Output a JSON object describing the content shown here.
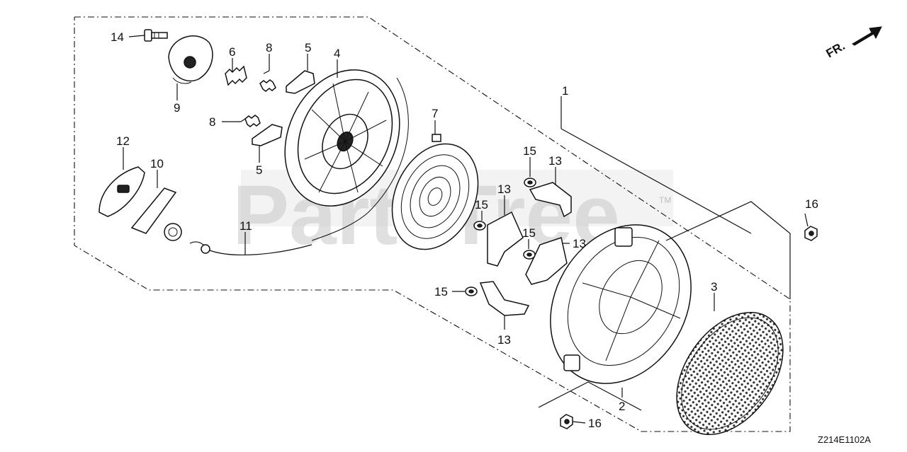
{
  "diagram": {
    "drawing_code": "Z214E1102A",
    "direction_label": "FR.",
    "watermark": {
      "text": "PartsTree",
      "trademark": "TM"
    },
    "callouts": [
      {
        "id": "c1",
        "label": "1"
      },
      {
        "id": "c2",
        "label": "2"
      },
      {
        "id": "c3",
        "label": "3"
      },
      {
        "id": "c4",
        "label": "4"
      },
      {
        "id": "c5a",
        "label": "5"
      },
      {
        "id": "c5b",
        "label": "5"
      },
      {
        "id": "c6",
        "label": "6"
      },
      {
        "id": "c7",
        "label": "7"
      },
      {
        "id": "c8a",
        "label": "8"
      },
      {
        "id": "c8b",
        "label": "8"
      },
      {
        "id": "c9",
        "label": "9"
      },
      {
        "id": "c10",
        "label": "10"
      },
      {
        "id": "c11",
        "label": "11"
      },
      {
        "id": "c12",
        "label": "12"
      },
      {
        "id": "c13a",
        "label": "13"
      },
      {
        "id": "c13b",
        "label": "13"
      },
      {
        "id": "c13c",
        "label": "13"
      },
      {
        "id": "c13d",
        "label": "13"
      },
      {
        "id": "c14",
        "label": "14"
      },
      {
        "id": "c15a",
        "label": "15"
      },
      {
        "id": "c15b",
        "label": "15"
      },
      {
        "id": "c15c",
        "label": "15"
      },
      {
        "id": "c15d",
        "label": "15"
      },
      {
        "id": "c16a",
        "label": "16"
      },
      {
        "id": "c16b",
        "label": "16"
      }
    ]
  }
}
